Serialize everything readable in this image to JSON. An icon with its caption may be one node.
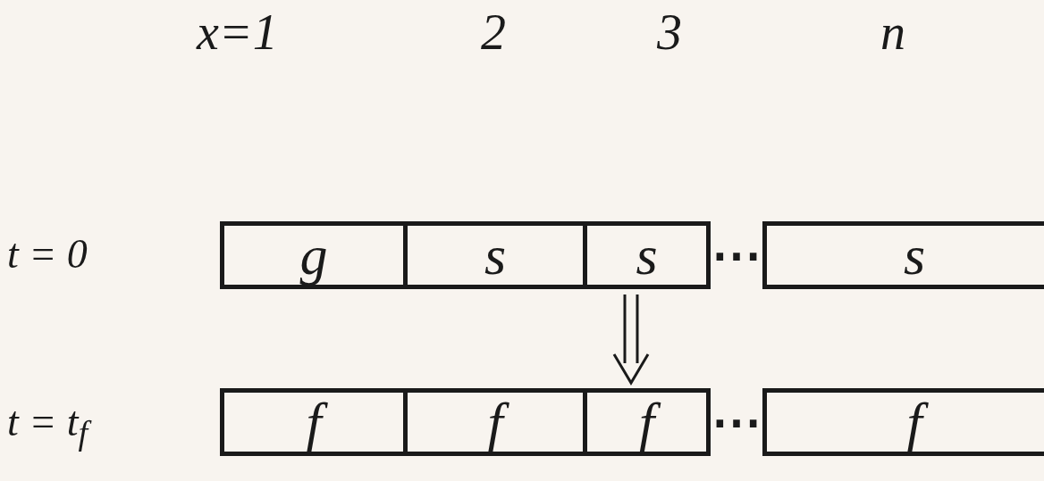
{
  "diagram": {
    "nodes": [
      {
        "text": [
          "g"
        ]
      },
      {
        "text": [
          "s"
        ]
      },
      {
        "text": [
          "s"
        ]
      },
      {
        "text": [
          "s"
        ]
      },
      {
        "text": [
          "f"
        ]
      },
      {
        "text": [
          "f"
        ]
      },
      {
        "text": [
          "f"
        ]
      },
      {
        "text": [
          "f"
        ]
      }
    ],
    "edges": [
      {
        "from": 2,
        "to": 6,
        "arrow": "to"
      }
    ],
    "labels": [
      "x=1",
      "2",
      "3",
      "n",
      "t = 0",
      "⋯",
      "t = t$_{f}$",
      "⋯"
    ]
  }
}
